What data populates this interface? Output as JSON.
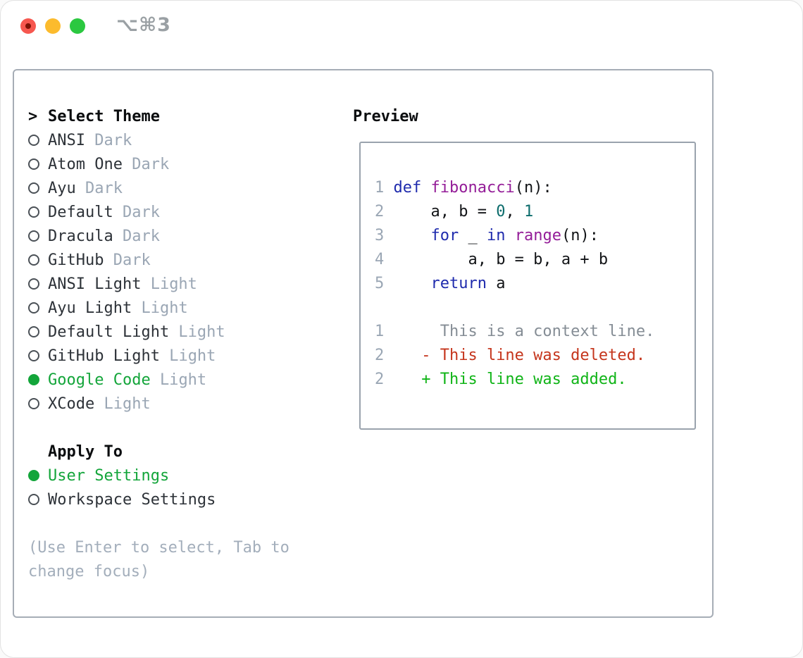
{
  "colors": {
    "traffic-red": "#f6574f",
    "traffic-red-dot": "#7d1206",
    "traffic-yellow": "#fcbb2d",
    "traffic-green": "#2bc840",
    "shortcut": "#9aa0a4",
    "panel-border": "#a6adb6",
    "preview-border": "#9aa3ad",
    "header": "#0b0d0f",
    "name": "#2d3238",
    "muted": "#9aa6b4",
    "hint": "#a3aebb",
    "bullet": "#4a5056",
    "accent-green": "#13a53a",
    "keyword": "#1f2bad",
    "function": "#941d98",
    "literal": "#0c6c6c",
    "plain": "#121417",
    "context": "#858d95",
    "diff-del": "#c5351c",
    "diff-add": "#10b417"
  },
  "titlebar": {
    "shortcut": "⌥⌘3",
    "buttons": [
      "close",
      "minimize",
      "zoom"
    ]
  },
  "theme_selector": {
    "title_prefix": ">",
    "title": "Select Theme",
    "themes": [
      {
        "name": "ANSI",
        "variant": "Dark",
        "selected": false
      },
      {
        "name": "Atom One",
        "variant": "Dark",
        "selected": false
      },
      {
        "name": "Ayu",
        "variant": "Dark",
        "selected": false
      },
      {
        "name": "Default",
        "variant": "Dark",
        "selected": false
      },
      {
        "name": "Dracula",
        "variant": "Dark",
        "selected": false
      },
      {
        "name": "GitHub",
        "variant": "Dark",
        "selected": false
      },
      {
        "name": "ANSI Light",
        "variant": "Light",
        "selected": false
      },
      {
        "name": "Ayu Light",
        "variant": "Light",
        "selected": false
      },
      {
        "name": "Default Light",
        "variant": "Light",
        "selected": false
      },
      {
        "name": "GitHub Light",
        "variant": "Light",
        "selected": false
      },
      {
        "name": "Google Code",
        "variant": "Light",
        "selected": true
      },
      {
        "name": "XCode",
        "variant": "Light",
        "selected": false
      }
    ],
    "apply_to": {
      "title": "Apply To",
      "options": [
        {
          "label": "User Settings",
          "selected": true
        },
        {
          "label": "Workspace Settings",
          "selected": false
        }
      ]
    },
    "hint_lines": [
      "(Use Enter to select, Tab to",
      "change focus)"
    ]
  },
  "preview": {
    "title": "Preview",
    "lines": [
      {
        "tokens": [
          [
            "num",
            "1 "
          ],
          [
            "kw",
            "def"
          ],
          [
            "pln",
            " "
          ],
          [
            "fn",
            "fibonacci"
          ],
          [
            "pln",
            "(n):"
          ]
        ]
      },
      {
        "tokens": [
          [
            "num",
            "2"
          ],
          [
            "pln",
            "     a, b = "
          ],
          [
            "lit",
            "0"
          ],
          [
            "pln",
            ", "
          ],
          [
            "lit",
            "1"
          ]
        ]
      },
      {
        "tokens": [
          [
            "num",
            "3"
          ],
          [
            "pln",
            "     "
          ],
          [
            "kw",
            "for"
          ],
          [
            "pln",
            " _ "
          ],
          [
            "kw",
            "in"
          ],
          [
            "pln",
            " "
          ],
          [
            "fn",
            "range"
          ],
          [
            "pln",
            "(n):"
          ]
        ]
      },
      {
        "tokens": [
          [
            "num",
            "4"
          ],
          [
            "pln",
            "         a, b = b, a + b"
          ]
        ]
      },
      {
        "tokens": [
          [
            "num",
            "5"
          ],
          [
            "pln",
            "     "
          ],
          [
            "kw",
            "return"
          ],
          [
            "pln",
            " a"
          ]
        ]
      },
      {
        "tokens": []
      },
      {
        "tokens": [
          [
            "num",
            "1"
          ],
          [
            "ctx",
            "      This is a context line."
          ]
        ]
      },
      {
        "tokens": [
          [
            "num",
            "2"
          ],
          [
            "del",
            "    - This line was deleted."
          ]
        ]
      },
      {
        "tokens": [
          [
            "num",
            "2"
          ],
          [
            "add",
            "    + This line was added."
          ]
        ]
      }
    ]
  }
}
